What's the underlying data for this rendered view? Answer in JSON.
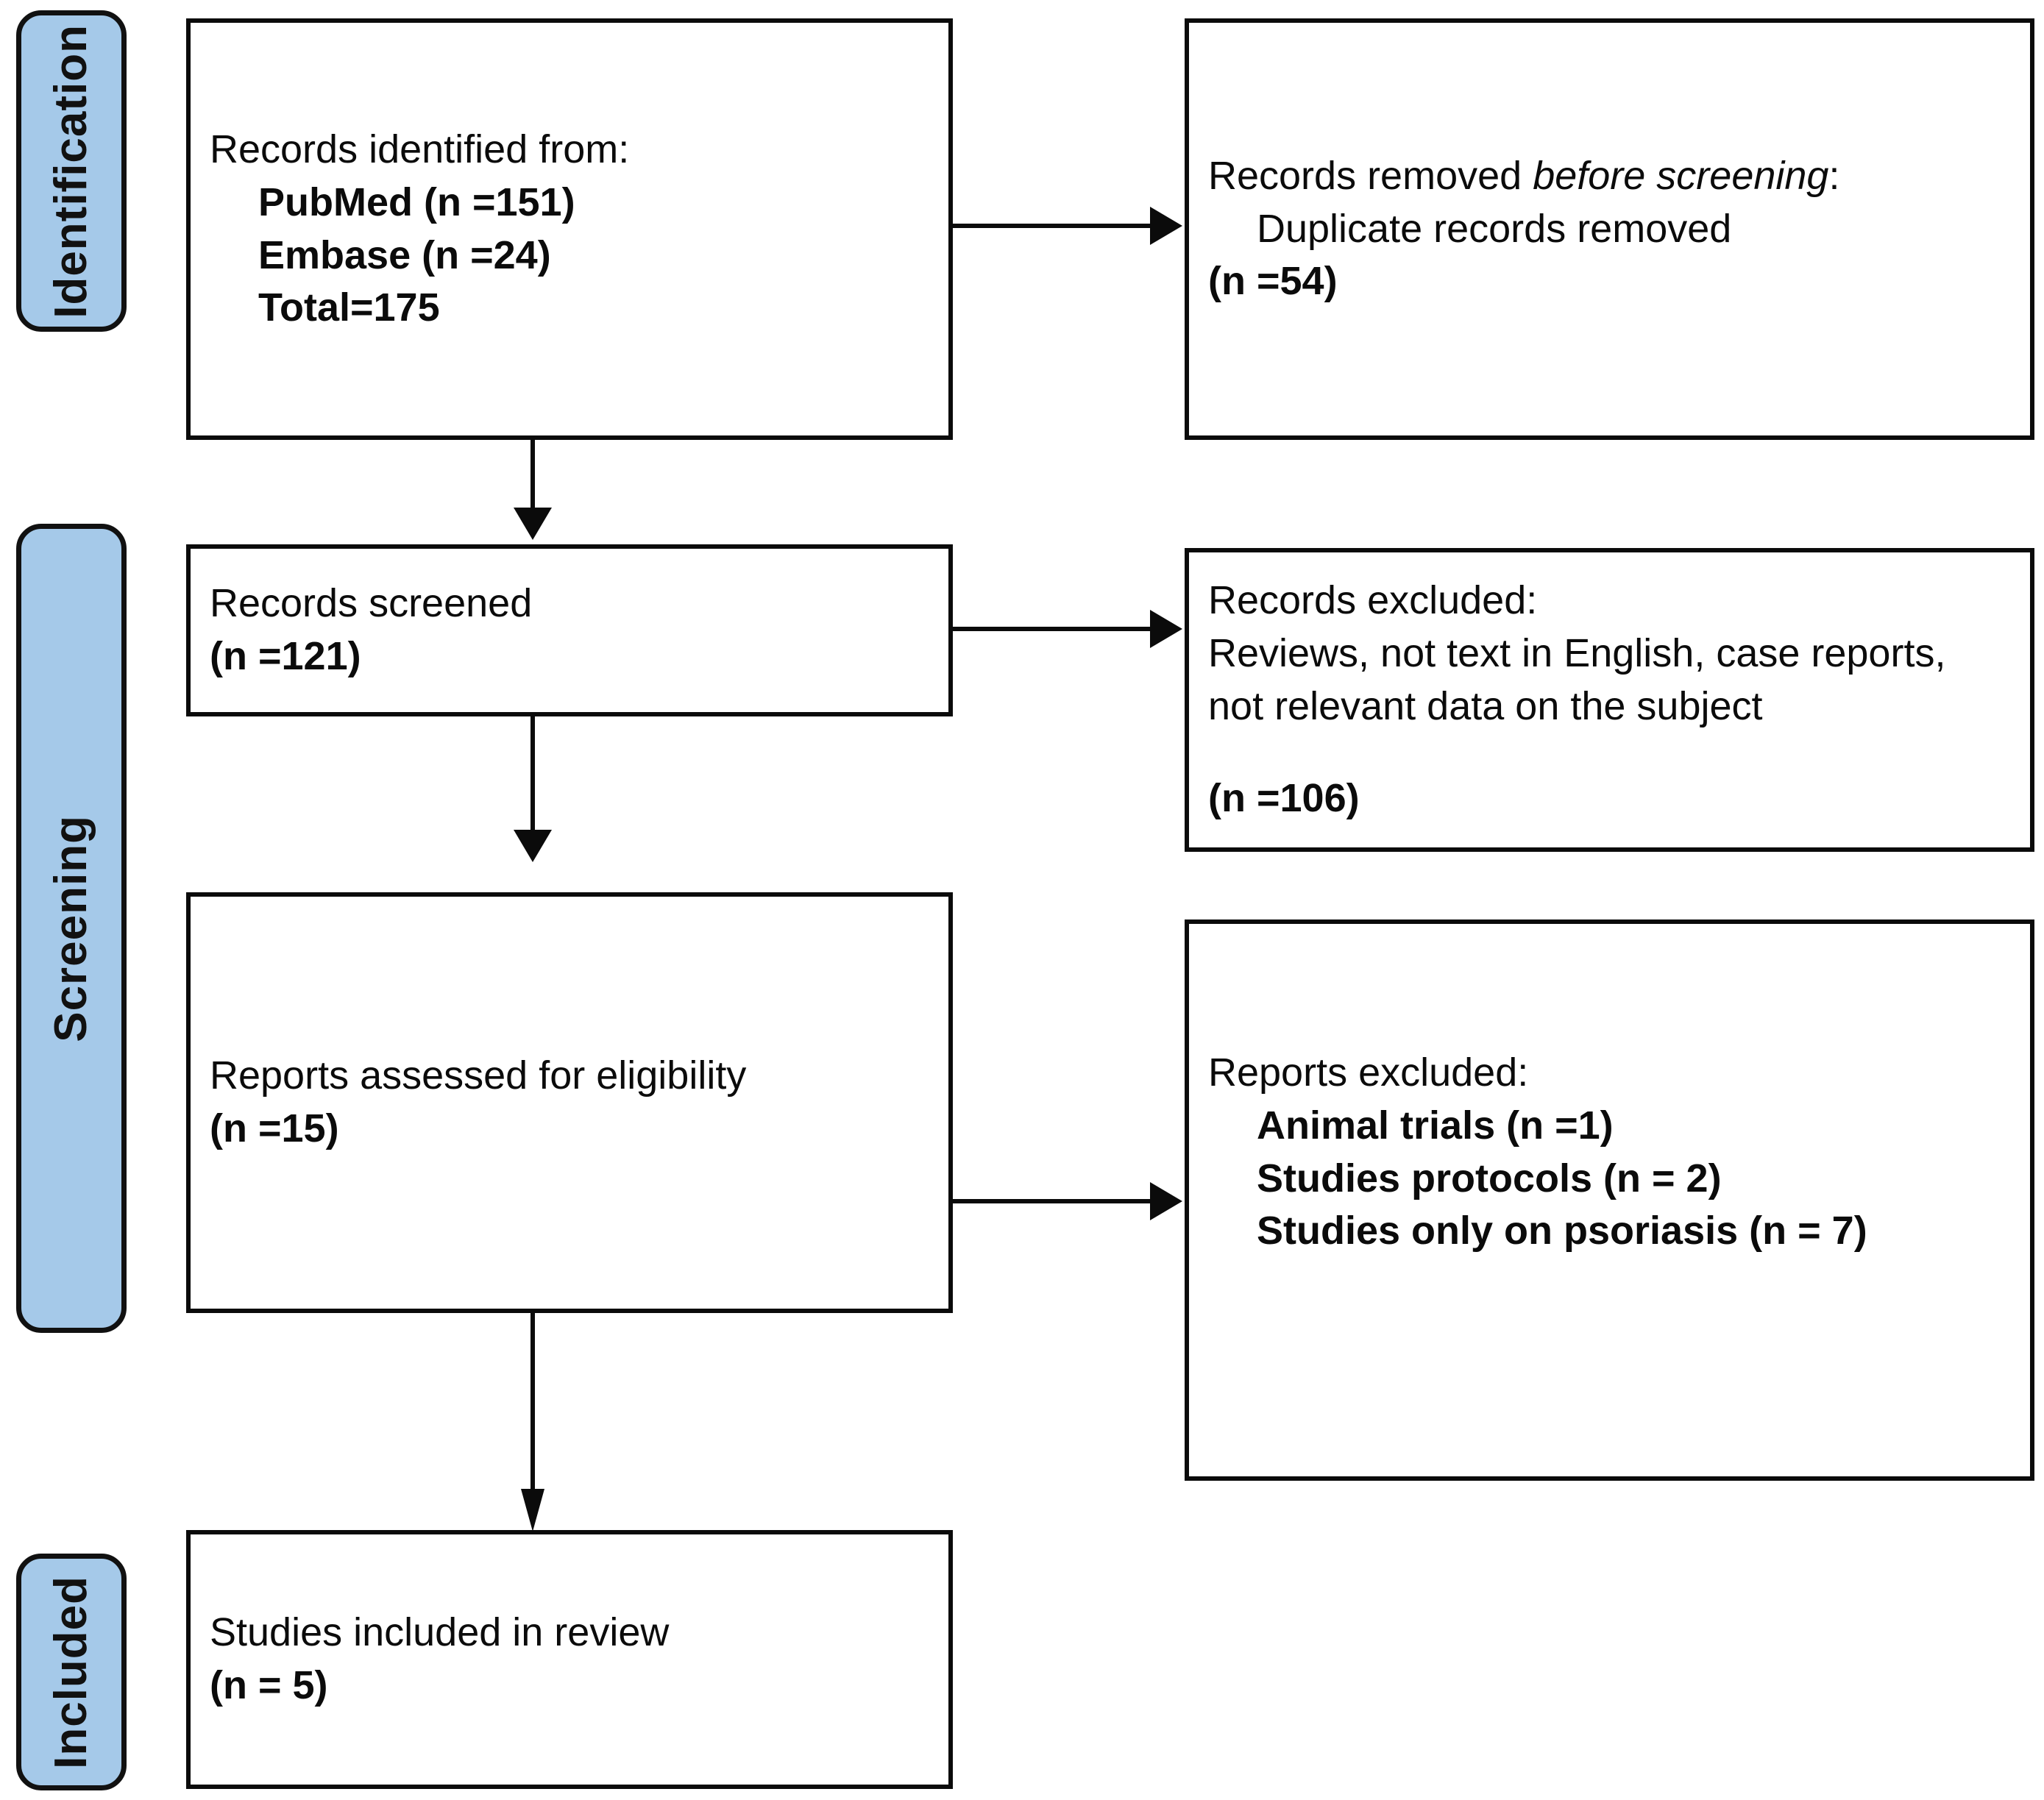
{
  "diagram": {
    "title": "PRISMA flow diagram",
    "accent_color": "#A5C9E9",
    "line_color": "#0b0b0b",
    "stages": [
      {
        "id": "identification",
        "label": "Identification"
      },
      {
        "id": "screening",
        "label": "Screening"
      },
      {
        "id": "included",
        "label": "Included"
      }
    ],
    "boxes": {
      "records_identified": {
        "name": "Records identified from:",
        "lines": [
          {
            "text": "Records identified from:",
            "bold": false,
            "indent": false
          },
          {
            "text": "PubMed (n =151)",
            "bold": true,
            "indent": true
          },
          {
            "text": "Embase (n =24)",
            "bold": true,
            "indent": true
          },
          {
            "text": "Total=175",
            "bold": true,
            "indent": true
          }
        ]
      },
      "records_removed": {
        "name": "Records removed before screening",
        "lines": [
          {
            "text_plain": "Records removed ",
            "text_italic": "before screening",
            "text_tail": ":",
            "bold": false,
            "indent": false
          },
          {
            "text": "Duplicate records removed",
            "bold": false,
            "indent": true
          },
          {
            "text": "(n =54)",
            "bold": true,
            "indent": false
          }
        ]
      },
      "records_screened": {
        "name": "Records screened",
        "lines": [
          {
            "text": "Records screened",
            "bold": false,
            "indent": false
          },
          {
            "text": "(n =121)",
            "bold": true,
            "indent": false
          }
        ]
      },
      "records_excluded": {
        "name": "Records excluded",
        "lines": [
          {
            "text": "Records excluded:",
            "bold": false,
            "indent": false
          },
          {
            "text": "Reviews, not text in English, case reports, not relevant data on the subject",
            "bold": false,
            "indent": false,
            "wrap": true
          },
          {
            "text": "",
            "bold": false,
            "spacer": true
          },
          {
            "text": "(n =106)",
            "bold": true,
            "indent": false
          }
        ]
      },
      "reports_assessed": {
        "name": "Reports assessed for eligibility",
        "lines": [
          {
            "text": "Reports assessed for eligibility",
            "bold": false,
            "indent": false
          },
          {
            "text": "(n =15)",
            "bold": true,
            "indent": false
          }
        ]
      },
      "reports_excluded": {
        "name": "Reports excluded",
        "lines": [
          {
            "text": "Reports excluded:",
            "bold": false,
            "indent": false
          },
          {
            "text": "Animal trials (n =1)",
            "bold": true,
            "indent": true
          },
          {
            "text": "Studies protocols (n = 2)",
            "bold": true,
            "indent": true
          },
          {
            "text": "Studies only on psoriasis (n = 7)",
            "bold": true,
            "indent": true
          }
        ]
      },
      "studies_included": {
        "name": "Studies included in review",
        "lines": [
          {
            "text": "Studies included in review",
            "bold": false,
            "indent": false
          },
          {
            "text": "(n = 5)",
            "bold": true,
            "indent": false
          }
        ]
      }
    },
    "counts": {
      "pubmed": 151,
      "embase": 24,
      "total_identified": 175,
      "duplicates_removed": 54,
      "records_screened": 121,
      "records_excluded": 106,
      "reports_assessed": 15,
      "animal_trials_excluded": 1,
      "study_protocols_excluded": 2,
      "psoriasis_only_excluded": 7,
      "studies_included": 5
    }
  }
}
